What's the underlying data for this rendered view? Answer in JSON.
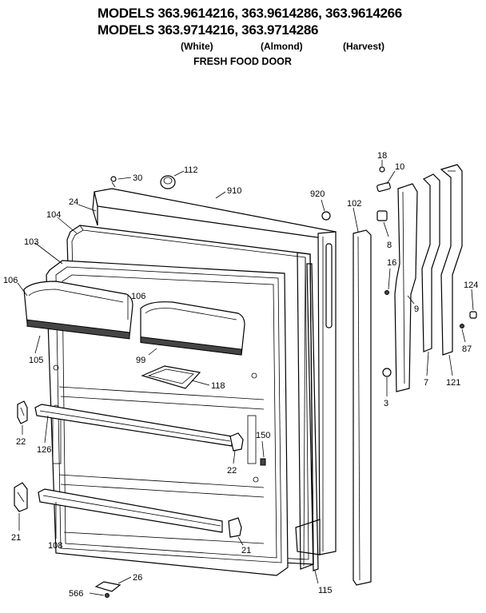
{
  "header": {
    "models_line_1": "MODELS 363.9614216, 363.9614286, 363.9614266",
    "models_line_2": "MODELS 363.9714216, 363.9714286",
    "color_white": "(White)",
    "color_almond": "(Almond)",
    "color_harvest": "(Harvest)",
    "subtitle": "FRESH FOOD DOOR"
  },
  "part_labels": {
    "p30": "30",
    "p112": "112",
    "p910": "910",
    "p920": "920",
    "p24": "24",
    "p104": "104",
    "p103": "103",
    "p106a": "106",
    "p106b": "106",
    "p105": "105",
    "p99": "99",
    "p118": "118",
    "p22a": "22",
    "p22b": "22",
    "p126": "126",
    "p150": "150",
    "p21a": "21",
    "p21b": "21",
    "p108": "108",
    "p26": "26",
    "p566": "566",
    "p115": "115",
    "p102": "102",
    "p18": "18",
    "p10": "10",
    "p8": "8",
    "p16": "16",
    "p9": "9",
    "p3": "3",
    "p7": "7",
    "p121": "121",
    "p124": "124",
    "p87": "87"
  }
}
